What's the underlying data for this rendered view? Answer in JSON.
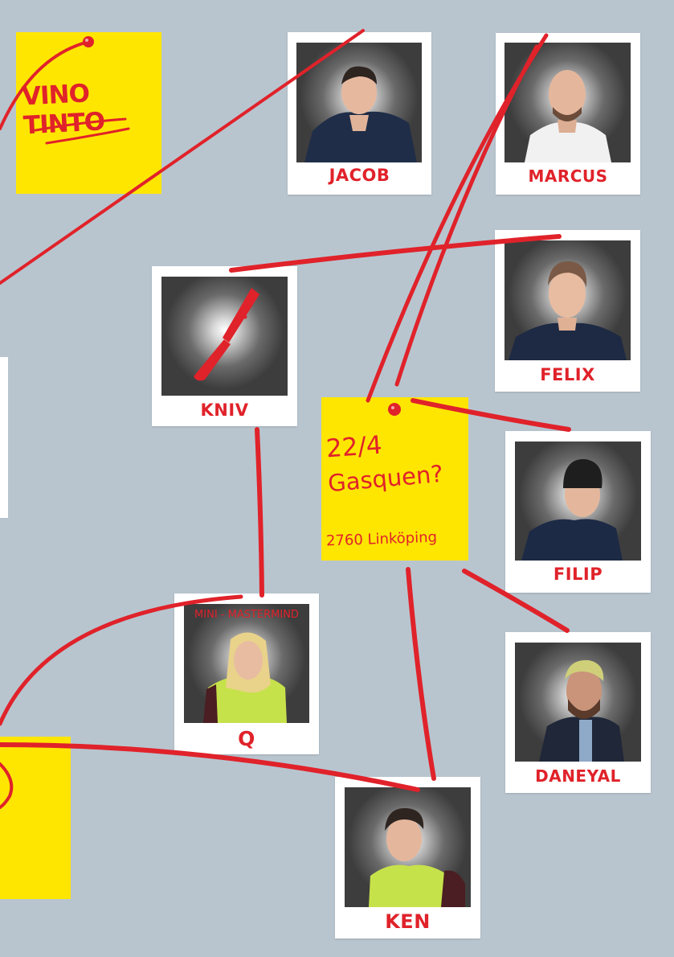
{
  "notes": {
    "vino": {
      "text": "VINO TINTO"
    },
    "event": {
      "date": "22/4",
      "venue": "Gasquen?",
      "address": "2760 Linköping"
    }
  },
  "cards": {
    "jacob": "JACOB",
    "marcus": "MARCUS",
    "kniv": "KNIV",
    "felix": "FELIX",
    "filip": "FILIP",
    "q": "Q",
    "q_caption": "MINI - MASTERMIND",
    "daneyal": "DANEYAL",
    "ken": "KEN"
  },
  "colors": {
    "background": "#b8c5cf",
    "note": "#ffe600",
    "string": "#e0222a",
    "photo_bg": "#3d3d3d"
  }
}
